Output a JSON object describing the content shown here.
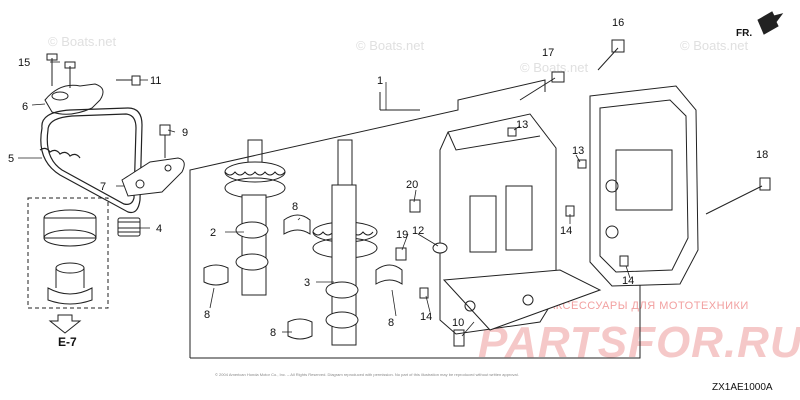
{
  "watermarks": {
    "boats_net_1": "© Boats.net",
    "boats_net_2": "© Boats.net",
    "boats_net_3": "© Boats.net",
    "boats_net_4": "© Boats.net",
    "parts_ru_line": "ЗАПЧАСТИ И АКСЕССУАРЫ ДЛЯ МОТОТЕХНИКИ",
    "parts_ru_big": "PARTSFOR.RU"
  },
  "copyright": "© 2004 American Honda Motor Co., Inc. – All Rights Reserved. Diagram reproduced with permission. No part of this illustration may be reproduced without written approval.",
  "diagram_code": "ZX1AE1000A",
  "direction_label": "FR.",
  "reference_label": "E-7",
  "callouts": {
    "c1": "1",
    "c2": "2",
    "c3": "3",
    "c4": "4",
    "c5": "5",
    "c6": "6",
    "c7": "7",
    "c8a": "8",
    "c8b": "8",
    "c8c": "8",
    "c8d": "8",
    "c9": "9",
    "c10": "10",
    "c11": "11",
    "c12": "12",
    "c13a": "13",
    "c13b": "13",
    "c14a": "14",
    "c14b": "14",
    "c14c": "14",
    "c15": "15",
    "c16": "16",
    "c17": "17",
    "c18": "18",
    "c19": "19",
    "c20": "20"
  },
  "colors": {
    "line": "#222222",
    "watermark_red": "#e05050"
  }
}
